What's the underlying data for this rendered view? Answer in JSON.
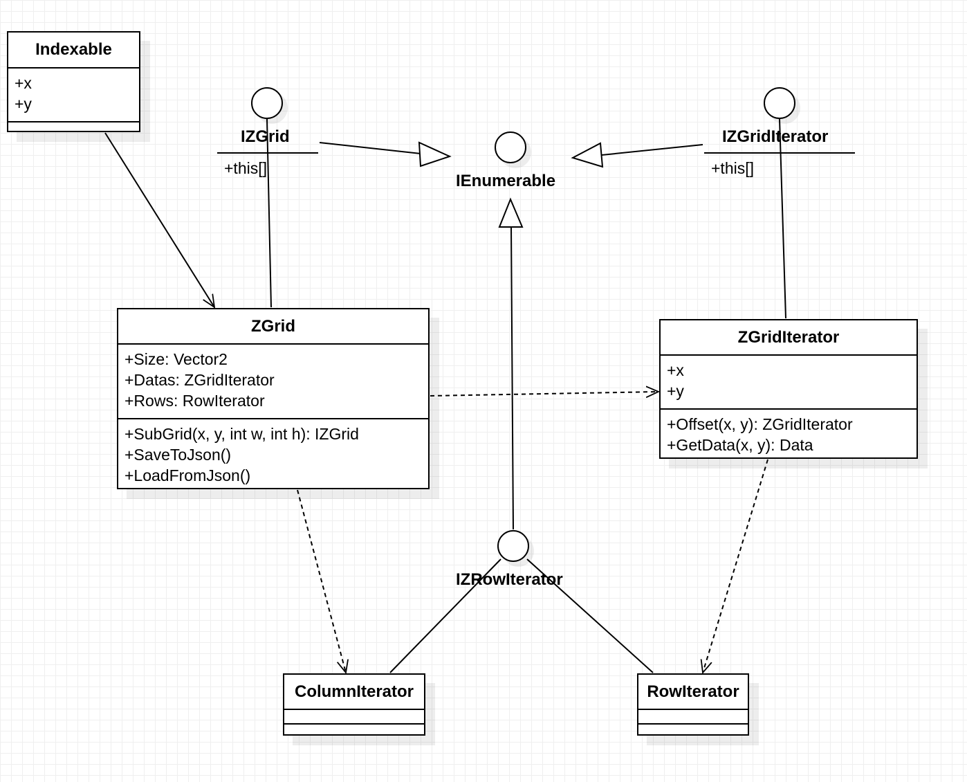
{
  "classes": {
    "indexable": {
      "name": "Indexable",
      "attributes": [
        "+x",
        "+y"
      ],
      "operations": []
    },
    "zgrid": {
      "name": "ZGrid",
      "attributes": [
        "+Size: Vector2",
        "+Datas: ZGridIterator",
        "+Rows: RowIterator"
      ],
      "operations": [
        "+SubGrid(x, y, int w, int h): IZGrid",
        "+SaveToJson()",
        "+LoadFromJson()"
      ]
    },
    "zgrid_iterator": {
      "name": "ZGridIterator",
      "attributes": [
        "+x",
        "+y"
      ],
      "operations": [
        "+Offset(x, y): ZGridIterator",
        "+GetData(x, y): Data"
      ]
    },
    "column_iterator": {
      "name": "ColumnIterator",
      "attributes": [],
      "operations": []
    },
    "row_iterator": {
      "name": "RowIterator",
      "attributes": [],
      "operations": []
    }
  },
  "interfaces": {
    "izgrid": {
      "name": "IZGrid",
      "members": [
        "+this[]"
      ]
    },
    "ienumerable": {
      "name": "IEnumerable",
      "members": []
    },
    "izgrid_iterator": {
      "name": "IZGridIterator",
      "members": [
        "+this[]"
      ]
    },
    "izrow_iterator": {
      "name": "IZRowIterator",
      "members": []
    }
  },
  "relations": [
    {
      "from": "Indexable",
      "to": "ZGrid",
      "type": "association"
    },
    {
      "from": "IZGrid",
      "to": "ZGrid",
      "type": "interface-realization"
    },
    {
      "from": "IZGrid",
      "to": "IEnumerable",
      "type": "generalization"
    },
    {
      "from": "IZGridIterator",
      "to": "IEnumerable",
      "type": "generalization"
    },
    {
      "from": "IZGridIterator",
      "to": "ZGridIterator",
      "type": "interface-realization"
    },
    {
      "from": "ZGrid",
      "to": "ZGridIterator",
      "type": "dependency"
    },
    {
      "from": "IZRowIterator",
      "to": "IEnumerable",
      "type": "generalization"
    },
    {
      "from": "ZGrid",
      "to": "ColumnIterator",
      "type": "dependency"
    },
    {
      "from": "IZRowIterator",
      "to": "ColumnIterator",
      "type": "interface-realization"
    },
    {
      "from": "IZRowIterator",
      "to": "RowIterator",
      "type": "interface-realization"
    },
    {
      "from": "ZGridIterator",
      "to": "RowIterator",
      "type": "dependency"
    }
  ]
}
